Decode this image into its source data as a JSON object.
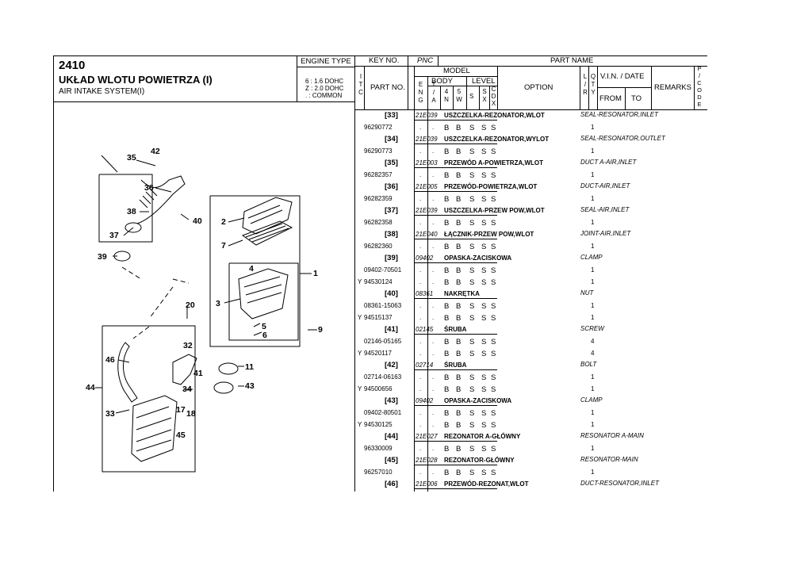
{
  "header": {
    "code": "2410",
    "title_pl": "UKŁAD WLOTU POWIETRZA (I)",
    "title_en": "AIR INTAKE SYSTEM(I)",
    "engine_type_label": "ENGINE TYPE",
    "engine_lines": [
      "6 : 1.6 DOHC",
      "Z : 2.0 DOHC",
      ". : COMMON"
    ]
  },
  "columns": {
    "key_no": "KEY NO.",
    "pnc": "PNC",
    "part_name": "PART NAME",
    "itc": [
      "I",
      "T",
      "C"
    ],
    "part_no": "PART NO.",
    "model": "MODEL",
    "body": "BODY",
    "level": "LEVEL",
    "eng": [
      "E",
      "N",
      "G"
    ],
    "ta": [
      "T",
      "/",
      "A"
    ],
    "body4": [
      "4",
      "N"
    ],
    "body5": [
      "5",
      "W"
    ],
    "lvl_s": "S",
    "lvl_sx": [
      "S",
      "X"
    ],
    "lvl_cdx": [
      "C",
      "D",
      "X"
    ],
    "option": "OPTION",
    "lr": [
      "L",
      "/",
      "R"
    ],
    "qty": [
      "Q",
      "T",
      "Y"
    ],
    "vin": "V.I.N. / DATE",
    "from": "FROM",
    "to": "TO",
    "remarks": "REMARKS",
    "pcode": [
      "P",
      "/",
      "C",
      "O",
      "D",
      "E"
    ]
  },
  "groups": [
    {
      "key": "[33]",
      "pnc": "21E039",
      "name_pl": "USZCZELKA-REZONATOR,WLOT",
      "name_en": "SEAL-RESONATOR,INLET",
      "rows": [
        {
          "y": "",
          "part": "96290772",
          "model": [
            "B",
            "B",
            "S",
            "S",
            "S"
          ],
          "qty": "1"
        }
      ]
    },
    {
      "key": "[34]",
      "pnc": "21E039",
      "name_pl": "USZCZELKA-REZONATOR,WYLOT",
      "name_en": "SEAL-RESONATOR,OUTLET",
      "rows": [
        {
          "y": "",
          "part": "96290773",
          "model": [
            "B",
            "B",
            "S",
            "S",
            "S"
          ],
          "qty": "1"
        }
      ]
    },
    {
      "key": "[35]",
      "pnc": "21E003",
      "name_pl": "PRZEWÓD A-POWIETRZA,WLOT",
      "name_en": "DUCT A-AIR,INLET",
      "rows": [
        {
          "y": "",
          "part": "96282357",
          "model": [
            "B",
            "B",
            "S",
            "S",
            "S"
          ],
          "qty": "1"
        }
      ]
    },
    {
      "key": "[36]",
      "pnc": "21E005",
      "name_pl": "PRZEWÓD-POWIETRZA,WLOT",
      "name_en": "DUCT-AIR,INLET",
      "rows": [
        {
          "y": "",
          "part": "96282359",
          "model": [
            "B",
            "B",
            "S",
            "S",
            "S"
          ],
          "qty": "1"
        }
      ]
    },
    {
      "key": "[37]",
      "pnc": "21E039",
      "name_pl": "USZCZELKA-PRZEW POW,WLOT",
      "name_en": "SEAL-AIR,INLET",
      "rows": [
        {
          "y": "",
          "part": "96282358",
          "model": [
            "B",
            "B",
            "S",
            "S",
            "S"
          ],
          "qty": "1"
        }
      ]
    },
    {
      "key": "[38]",
      "pnc": "21E040",
      "name_pl": "ŁĄCZNIK-PRZEW POW,WLOT",
      "name_en": "JOINT-AIR,INLET",
      "rows": [
        {
          "y": "",
          "part": "96282360",
          "model": [
            "B",
            "B",
            "S",
            "S",
            "S"
          ],
          "qty": "1"
        }
      ]
    },
    {
      "key": "[39]",
      "pnc": "09402",
      "name_pl": "OPASKA-ZACISKOWA",
      "name_en": "CLAMP",
      "rows": [
        {
          "y": "",
          "part": "09402-70501",
          "model": [
            "B",
            "B",
            "S",
            "S",
            "S"
          ],
          "qty": "1"
        },
        {
          "y": "Y",
          "part": "94530124",
          "model": [
            "B",
            "B",
            "S",
            "S",
            "S"
          ],
          "qty": "1"
        }
      ]
    },
    {
      "key": "[40]",
      "pnc": "08361",
      "name_pl": "NAKRĘTKA",
      "name_en": "NUT",
      "rows": [
        {
          "y": "",
          "part": "08361-15063",
          "model": [
            "B",
            "B",
            "S",
            "S",
            "S"
          ],
          "qty": "1"
        },
        {
          "y": "Y",
          "part": "94515137",
          "model": [
            "B",
            "B",
            "S",
            "S",
            "S"
          ],
          "qty": "1"
        }
      ]
    },
    {
      "key": "[41]",
      "pnc": "02145",
      "name_pl": "ŚRUBA",
      "name_en": "SCREW",
      "rows": [
        {
          "y": "",
          "part": "02146-05165",
          "model": [
            "B",
            "B",
            "S",
            "S",
            "S"
          ],
          "qty": "4"
        },
        {
          "y": "Y",
          "part": "94520117",
          "model": [
            "B",
            "B",
            "S",
            "S",
            "S"
          ],
          "qty": "4"
        }
      ]
    },
    {
      "key": "[42]",
      "pnc": "02714",
      "name_pl": "ŚRUBA",
      "name_en": "BOLT",
      "rows": [
        {
          "y": "",
          "part": "02714-06163",
          "model": [
            "B",
            "B",
            "S",
            "S",
            "S"
          ],
          "qty": "1"
        },
        {
          "y": "Y",
          "part": "94500656",
          "model": [
            "B",
            "B",
            "S",
            "S",
            "S"
          ],
          "qty": "1"
        }
      ]
    },
    {
      "key": "[43]",
      "pnc": "09402",
      "name_pl": "OPASKA-ZACISKOWA",
      "name_en": "CLAMP",
      "rows": [
        {
          "y": "",
          "part": "09402-80501",
          "model": [
            "B",
            "B",
            "S",
            "S",
            "S"
          ],
          "qty": "1"
        },
        {
          "y": "Y",
          "part": "94530125",
          "model": [
            "B",
            "B",
            "S",
            "S",
            "S"
          ],
          "qty": "1"
        }
      ]
    },
    {
      "key": "[44]",
      "pnc": "21E027",
      "name_pl": "REZONATOR A-GŁÓWNY",
      "name_en": "RESONATOR A-MAIN",
      "rows": [
        {
          "y": "",
          "part": "96330009",
          "model": [
            "B",
            "B",
            "S",
            "S",
            "S"
          ],
          "qty": "1"
        }
      ]
    },
    {
      "key": "[45]",
      "pnc": "21E028",
      "name_pl": "REZONATOR-GŁÓWNY",
      "name_en": "RESONATOR-MAIN",
      "rows": [
        {
          "y": "",
          "part": "96257010",
          "model": [
            "B",
            "B",
            "S",
            "S",
            "S"
          ],
          "qty": "1"
        }
      ]
    },
    {
      "key": "[46]",
      "pnc": "21E006",
      "name_pl": "PRZEWÓD-REZONAT,WLOT",
      "name_en": "DUCT-RESONATOR,INLET",
      "rows": []
    }
  ],
  "dot": ".",
  "callouts": [
    "42",
    "35",
    "36",
    "38",
    "40",
    "37",
    "39",
    "2",
    "7",
    "1",
    "4",
    "3",
    "20",
    "5",
    "6",
    "9",
    "32",
    "46",
    "11",
    "41",
    "34",
    "43",
    "44",
    "33",
    "17",
    "18",
    "45"
  ]
}
